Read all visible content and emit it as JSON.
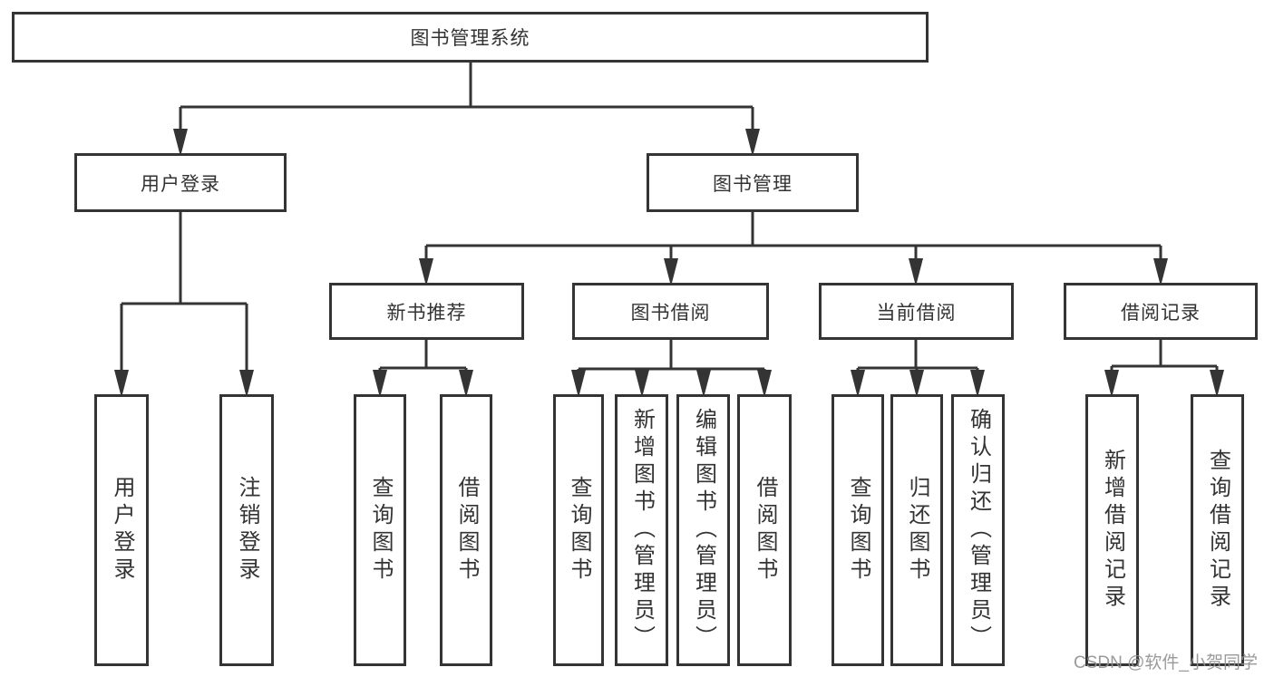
{
  "diagram": {
    "title": "图书管理系统",
    "root": {
      "label": "图书管理系统"
    },
    "level2": [
      {
        "label": "用户登录"
      },
      {
        "label": "图书管理"
      }
    ],
    "level3": [
      {
        "label": "新书推荐",
        "parent": "图书管理"
      },
      {
        "label": "图书借阅",
        "parent": "图书管理"
      },
      {
        "label": "当前借阅",
        "parent": "图书管理"
      },
      {
        "label": "借阅记录",
        "parent": "图书管理"
      }
    ],
    "leaves": [
      {
        "label": "用户登录",
        "parent": "用户登录"
      },
      {
        "label": "注销登录",
        "parent": "用户登录"
      },
      {
        "label": "查询图书",
        "parent": "新书推荐"
      },
      {
        "label": "借阅图书",
        "parent": "新书推荐"
      },
      {
        "label": "查询图书",
        "parent": "图书借阅"
      },
      {
        "label": "新增图书（管理员）",
        "parent": "图书借阅"
      },
      {
        "label": "编辑图书（管理员）",
        "parent": "图书借阅"
      },
      {
        "label": "借阅图书",
        "parent": "图书借阅"
      },
      {
        "label": "查询图书",
        "parent": "当前借阅"
      },
      {
        "label": "归还图书",
        "parent": "当前借阅"
      },
      {
        "label": "确认归还（管理员）",
        "parent": "当前借阅"
      },
      {
        "label": "新增借阅记录",
        "parent": "借阅记录"
      },
      {
        "label": "查询借阅记录",
        "parent": "借阅记录"
      }
    ],
    "colors": {
      "line": "#343434",
      "text": "#333333",
      "background": "#ffffff",
      "watermark": "#919191"
    }
  },
  "watermark": {
    "text": "CSDN @软件_小贺同学"
  }
}
